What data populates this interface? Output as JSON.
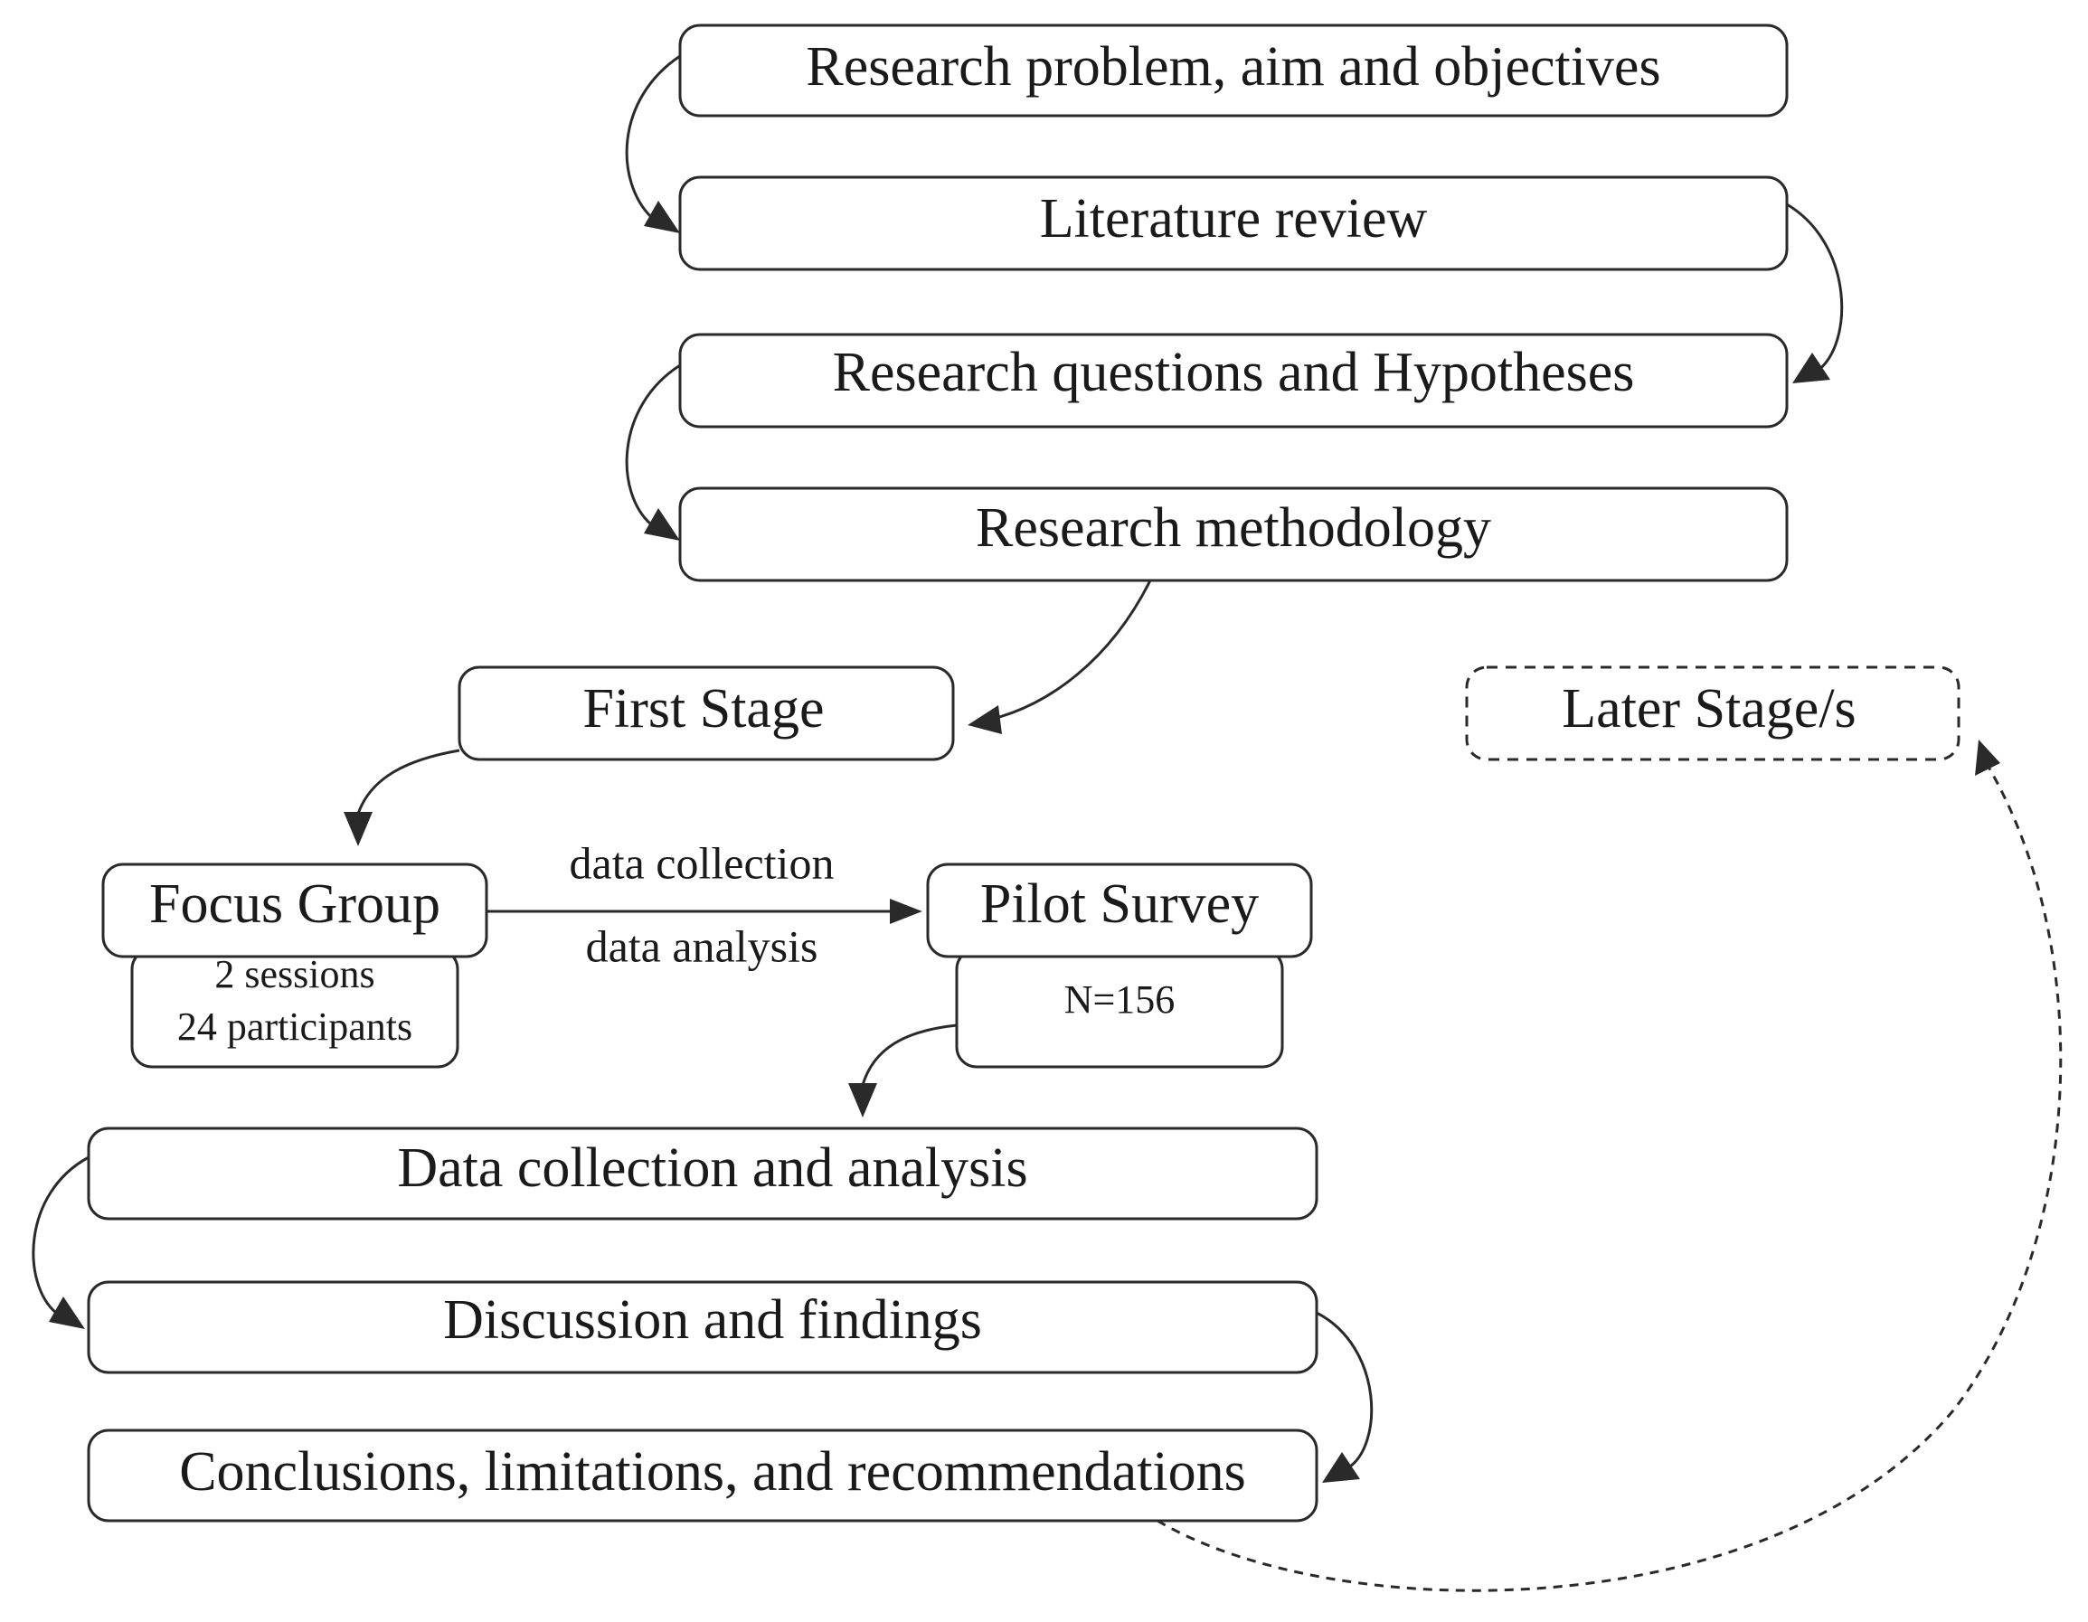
{
  "nodes": {
    "research_problem": "Research problem, aim and objectives",
    "literature_review": "Literature review",
    "research_questions": "Research questions and Hypotheses",
    "research_methodology": "Research methodology",
    "first_stage": "First Stage",
    "later_stages": "Later Stage/s",
    "focus_group": "Focus Group",
    "focus_group_sessions": "2 sessions",
    "focus_group_participants": "24 participants",
    "pilot_survey": "Pilot Survey",
    "pilot_survey_n": "N=156",
    "data_collection_analysis": "Data collection and analysis",
    "discussion_findings": "Discussion and findings",
    "conclusions": "Conclusions, limitations, and recommendations"
  },
  "edge_labels": {
    "fg_to_ps_top": "data collection",
    "fg_to_ps_bottom": "data analysis"
  }
}
